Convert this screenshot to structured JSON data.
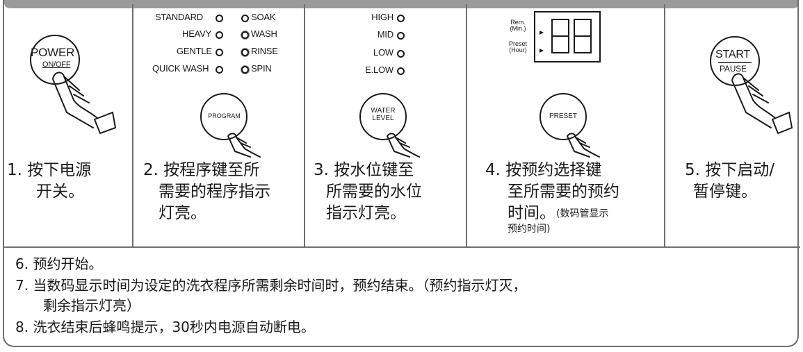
{
  "steps": [
    {
      "lines": [
        "1. 按下电源",
        "开关。"
      ],
      "button_label": [
        "POWER",
        "ON/OFF"
      ]
    },
    {
      "lines": [
        "2. 按程序键至所",
        "需要的程序指示",
        "灯亮。"
      ],
      "button_label": [
        "PROGRAM"
      ]
    },
    {
      "lines": [
        "3. 按水位键至",
        "所需要的水位",
        "指示灯亮。"
      ],
      "button_label": [
        "WATER",
        "LEVEL"
      ]
    },
    {
      "lines": [
        "4. 按预约选择键",
        "至所需要的预约",
        "时间。"
      ],
      "note": [
        "(数码管显示",
        "预约时间)"
      ],
      "button_label": [
        "PRESET"
      ]
    },
    {
      "lines": [
        "5. 按下启动/",
        "暂停键。"
      ],
      "button_label": [
        "START",
        "PAUSE"
      ]
    }
  ],
  "program_indicators": {
    "left": [
      "STANDARD",
      "HEAVY",
      "GENTLE",
      "QUICK WASH"
    ],
    "right": [
      "SOAK",
      "WASH",
      "RINSE",
      "SPIN"
    ]
  },
  "water_levels": [
    "HIGH",
    "MID",
    "LOW",
    "E.LOW"
  ],
  "display": {
    "rem_label": [
      "Rem.",
      "(Min.)"
    ],
    "preset_label": [
      "Preset",
      "(Hour)"
    ],
    "digits": "88"
  },
  "footer": [
    "6. 预约开始。",
    "7. 当数码显示时间为设定的洗衣程序所需剩余时间时，预约结束。（预约指示灯灭，",
    "剩余指示灯亮）",
    "8. 洗衣结束后蜂鸣提示，30秒内电源自动断电。"
  ],
  "colors": {
    "frame": "#6f6f6f",
    "top_band": "#9a9a9a",
    "ink": "#1a1a1a"
  }
}
